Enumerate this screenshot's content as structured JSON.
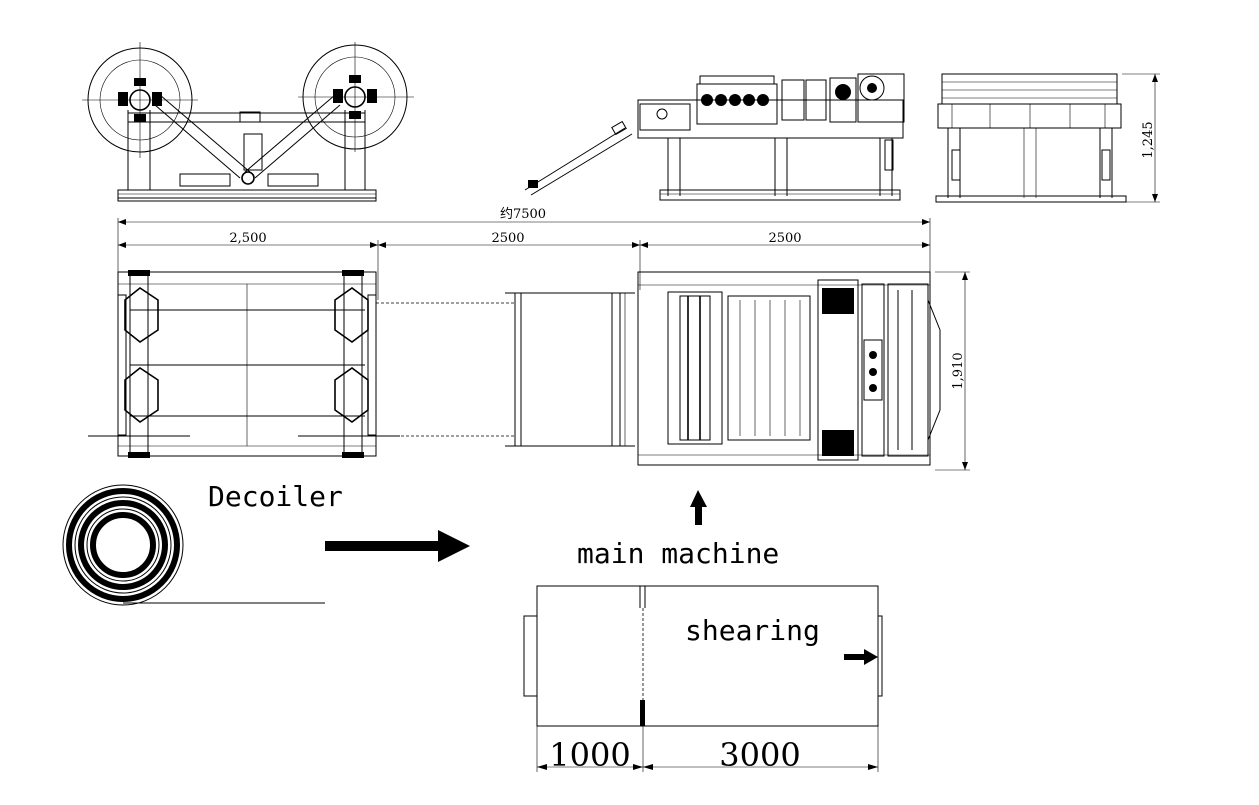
{
  "dimensions": {
    "overall": "约7500",
    "decoiler_length": "2,500",
    "middle_gap": "2500",
    "main_length": "2500",
    "height": "1,245",
    "width": "1,910"
  },
  "labels": {
    "decoiler": "Decoiler",
    "main_machine": "main machine",
    "shearing": "shearing"
  },
  "shearing_dims": {
    "first": "1000",
    "second": "3000"
  }
}
